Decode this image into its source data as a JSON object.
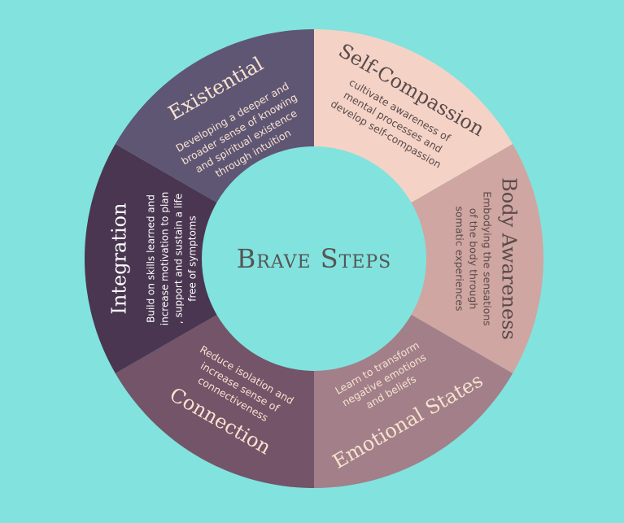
{
  "background_color": "#82e2de",
  "center": {
    "title": "Brave Steps",
    "color": "#555555"
  },
  "segments": [
    {
      "title": "Self-Compassion",
      "description_lines": [
        "cultivate awareness of",
        "mental processes and",
        "develop self-compassion"
      ],
      "fill": "#f4d3c6",
      "title_color": "#5a4a4a",
      "text_color": "#5a4a4a"
    },
    {
      "title": "Body Awareness",
      "description_lines": [
        "Embodying the sensations",
        "of the body through",
        "somatic experiences"
      ],
      "fill": "#cfa6a2",
      "title_color": "#5a4a4a",
      "text_color": "#5a4a4a"
    },
    {
      "title": "Emotional States",
      "description_lines": [
        "Learn to transform",
        "negative emotions",
        "and beliefs"
      ],
      "fill": "#a27f89",
      "title_color": "#f6e3cf",
      "text_color": "#f6e3cf"
    },
    {
      "title": "Connection",
      "description_lines": [
        "Reduce isolation and",
        "increase sense of",
        "connectiveness"
      ],
      "fill": "#735468",
      "title_color": "#f6e3cf",
      "text_color": "#f6e3cf"
    },
    {
      "title": "Integration",
      "description_lines": [
        "Build on skills learned and",
        "increase motivation to plan",
        ", support and sustain a life",
        "free of symptoms"
      ],
      "fill": "#4a3650",
      "title_color": "#ffffff",
      "text_color": "#ffffff"
    },
    {
      "title": "Existential",
      "description_lines": [
        "Developing a deeper and",
        "broader sense of knowing",
        "and spiritual existence",
        "through intuition"
      ],
      "fill": "#5f5674",
      "title_color": "#f6e3cf",
      "text_color": "#f6e3cf"
    }
  ]
}
